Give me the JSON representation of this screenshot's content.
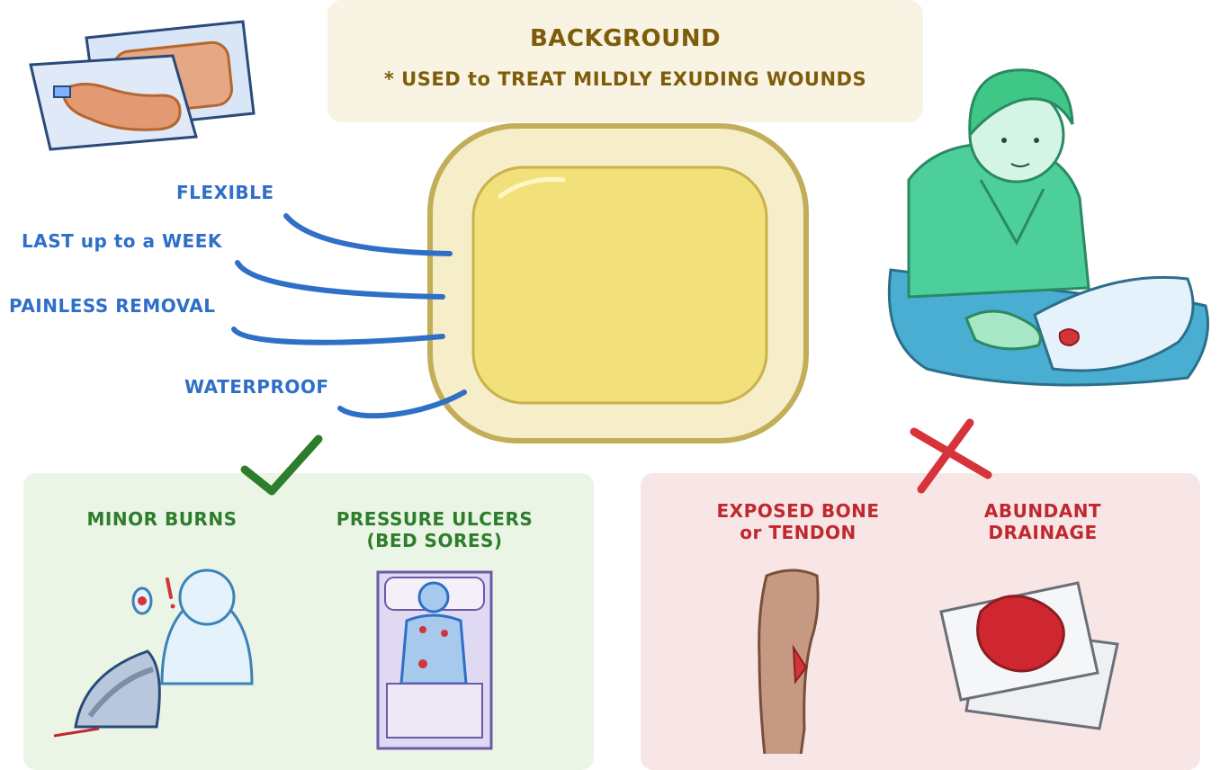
{
  "background": {
    "title": "BACKGROUND",
    "subtitle": "* USED to TREAT MILDLY EXUDING WOUNDS"
  },
  "features": [
    "FLEXIBLE",
    "LAST up to a WEEK",
    "PAINLESS REMOVAL",
    "WATERPROOF"
  ],
  "indicated": {
    "items": [
      {
        "label": "MINOR BURNS"
      },
      {
        "label_line1": "PRESSURE ULCERS",
        "label_line2": "(BED SORES)"
      }
    ]
  },
  "contraindicated": {
    "items": [
      {
        "label_line1": "EXPOSED BONE",
        "label_line2": "or TENDON"
      },
      {
        "label_line1": "ABUNDANT",
        "label_line2": "DRAINAGE"
      }
    ]
  },
  "colors": {
    "feature_blue": "#2f6fc7",
    "background_gold": "#7d5d0a",
    "good_green": "#2e7d2c",
    "bad_red": "#c0282f",
    "dressing_yellow": "#f2e07a",
    "scrubs_green": "#4ccf9a"
  },
  "icons": [
    "dressing-packets-icon",
    "hydrocolloid-dressing-icon",
    "nurse-icon",
    "check-icon",
    "cross-icon",
    "burn-person-icon",
    "iron-icon",
    "bed-patient-icon",
    "leg-wound-icon",
    "soaked-gauze-icon"
  ]
}
